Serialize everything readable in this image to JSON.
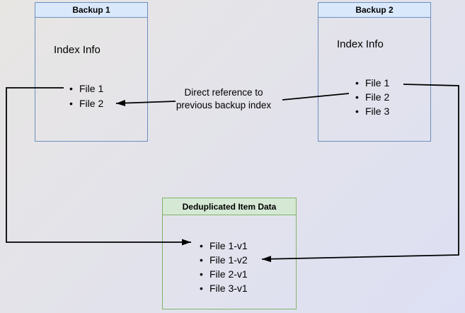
{
  "colors": {
    "bg_from": "#e8e6e3",
    "bg_mid": "#e2e2ec",
    "bg_to": "#dde0f4",
    "blue_border": "#6c8ebf",
    "blue_fill": "#dae8fc",
    "green_border": "#82b366",
    "green_fill": "#d5e8d4",
    "arrow": "#000000",
    "text": "#000000"
  },
  "boxes": {
    "backup1": {
      "title": "Backup 1",
      "label": "Index Info",
      "items": [
        "File 1",
        "File 2"
      ]
    },
    "backup2": {
      "title": "Backup 2",
      "label": "Index Info",
      "items": [
        "File 1",
        "File 2",
        "File 3"
      ]
    },
    "dedup": {
      "title": "Deduplicated Item Data",
      "items": [
        "File 1-v1",
        "File 1-v2",
        "File 2-v1",
        "File 3-v1"
      ]
    }
  },
  "annotation": {
    "line1": "Direct reference to",
    "line2": "previous backup index"
  }
}
